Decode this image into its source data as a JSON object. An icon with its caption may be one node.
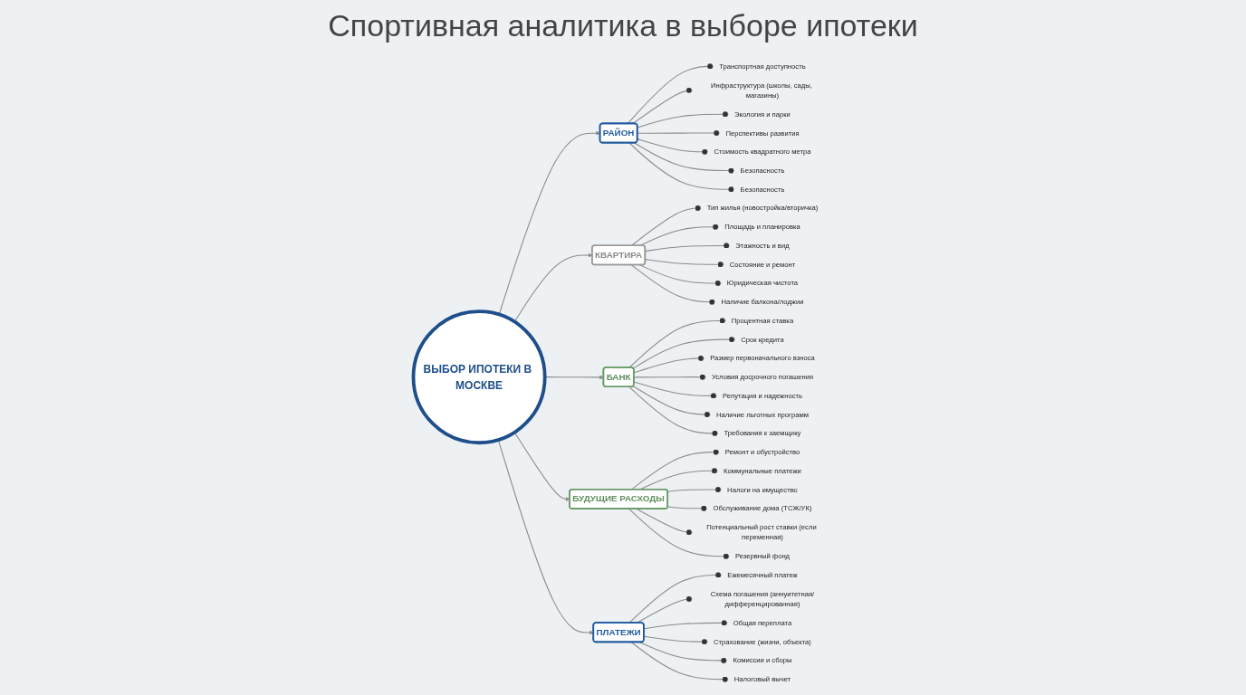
{
  "diagram": {
    "title": "Спортивная аналитика в выборе ипотеки",
    "nodes": [
      {
        "text": [
          "ВЫБОР ИПОТЕКИ В МОСКВЕ"
        ]
      },
      {
        "text": [
          "РАЙОН"
        ]
      },
      {
        "text": [
          "Транспортная доступность"
        ]
      },
      {
        "text": [
          "Инфраструктура (школы, сады, магазины)"
        ]
      },
      {
        "text": [
          "Экология и парки"
        ]
      },
      {
        "text": [
          "Перспективы развития"
        ]
      },
      {
        "text": [
          "Стоимость квадратного метра"
        ]
      },
      {
        "text": [
          "Безопасность"
        ]
      },
      {
        "text": [
          "Безопасность"
        ]
      },
      {
        "text": [
          "КВАРТИРА"
        ]
      },
      {
        "text": [
          "Тип жилья (новостройка/вторичка)"
        ]
      },
      {
        "text": [
          "Площадь и планировка"
        ]
      },
      {
        "text": [
          "Этажность и вид"
        ]
      },
      {
        "text": [
          "Состояние и ремонт"
        ]
      },
      {
        "text": [
          "Юридическая чистота"
        ]
      },
      {
        "text": [
          "Наличие балкона/лоджии"
        ]
      },
      {
        "text": [
          "БАНК"
        ]
      },
      {
        "text": [
          "Процентная ставка"
        ]
      },
      {
        "text": [
          "Срок кредита"
        ]
      },
      {
        "text": [
          "Размер первоначального взноса"
        ]
      },
      {
        "text": [
          "Условия досрочного погашения"
        ]
      },
      {
        "text": [
          "Репутация и надежность"
        ]
      },
      {
        "text": [
          "Наличие льготных программ"
        ]
      },
      {
        "text": [
          "Требования к заемщику"
        ]
      },
      {
        "text": [
          "БУДУЩИЕ РАСХОДЫ"
        ]
      },
      {
        "text": [
          "Ремонт и обустройство"
        ]
      },
      {
        "text": [
          "Коммунальные платежи"
        ]
      },
      {
        "text": [
          "Налоги на имущество"
        ]
      },
      {
        "text": [
          "Обслуживание дома (ТСЖ/УК)"
        ]
      },
      {
        "text": [
          "Потенциальный рост ставки (если переменная)"
        ]
      },
      {
        "text": [
          "Резервный фонд"
        ]
      },
      {
        "text": [
          "ПЛАТЕЖИ"
        ]
      },
      {
        "text": [
          "Ежемесячный платеж"
        ]
      },
      {
        "text": [
          "Схема погашения (аннуитетная/дифференцированная)"
        ]
      },
      {
        "text": [
          "Общая переплата"
        ]
      },
      {
        "text": [
          "Страхование (жизни, объекта)"
        ]
      },
      {
        "text": [
          "Комиссии и сборы"
        ]
      },
      {
        "text": [
          "Налоговый вычет"
        ]
      }
    ],
    "edges": [
      {
        "from": 0,
        "to": 1,
        "arrow": "to"
      },
      {
        "from": 1,
        "to": 2,
        "arrow": "other"
      },
      {
        "from": 1,
        "to": 3,
        "arrow": "other"
      },
      {
        "from": 1,
        "to": 4,
        "arrow": "other"
      },
      {
        "from": 1,
        "to": 5,
        "arrow": "other"
      },
      {
        "from": 1,
        "to": 6,
        "arrow": "other"
      },
      {
        "from": 1,
        "to": 7,
        "arrow": "other"
      },
      {
        "from": 1,
        "to": 8,
        "arrow": "other"
      },
      {
        "from": 0,
        "to": 9,
        "arrow": "to"
      },
      {
        "from": 9,
        "to": 10,
        "arrow": "other"
      },
      {
        "from": 9,
        "to": 11,
        "arrow": "other"
      },
      {
        "from": 9,
        "to": 12,
        "arrow": "other"
      },
      {
        "from": 9,
        "to": 13,
        "arrow": "other"
      },
      {
        "from": 9,
        "to": 14,
        "arrow": "other"
      },
      {
        "from": 9,
        "to": 15,
        "arrow": "other"
      },
      {
        "from": 0,
        "to": 16,
        "arrow": "to"
      },
      {
        "from": 16,
        "to": 17,
        "arrow": "other"
      },
      {
        "from": 16,
        "to": 18,
        "arrow": "other"
      },
      {
        "from": 16,
        "to": 19,
        "arrow": "other"
      },
      {
        "from": 16,
        "to": 20,
        "arrow": "other"
      },
      {
        "from": 16,
        "to": 21,
        "arrow": "other"
      },
      {
        "from": 16,
        "to": 22,
        "arrow": "other"
      },
      {
        "from": 16,
        "to": 23,
        "arrow": "other"
      },
      {
        "from": 0,
        "to": 24,
        "arrow": "to"
      },
      {
        "from": 24,
        "to": 25,
        "arrow": "other"
      },
      {
        "from": 24,
        "to": 26,
        "arrow": "other"
      },
      {
        "from": 24,
        "to": 27,
        "arrow": "other"
      },
      {
        "from": 24,
        "to": 28,
        "arrow": "other"
      },
      {
        "from": 24,
        "to": 29,
        "arrow": "other"
      },
      {
        "from": 24,
        "to": 30,
        "arrow": "other"
      },
      {
        "from": 0,
        "to": 31,
        "arrow": "to"
      },
      {
        "from": 31,
        "to": 32,
        "arrow": "other"
      },
      {
        "from": 31,
        "to": 33,
        "arrow": "other"
      },
      {
        "from": 31,
        "to": 34,
        "arrow": "other"
      },
      {
        "from": 31,
        "to": 35,
        "arrow": "other"
      },
      {
        "from": 31,
        "to": 36,
        "arrow": "other"
      },
      {
        "from": 31,
        "to": 37,
        "arrow": "other"
      }
    ]
  }
}
